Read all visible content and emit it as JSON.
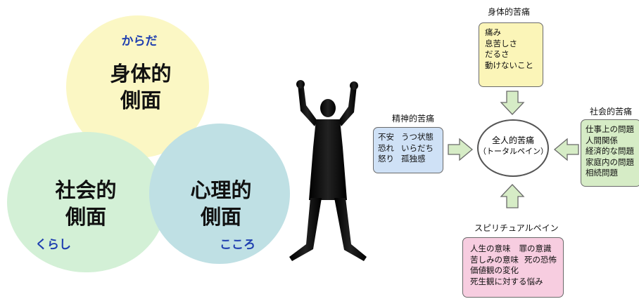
{
  "left_diagram": {
    "physical": {
      "label_line1": "身体的",
      "label_line2": "側面",
      "reading": "からだ",
      "color": "#fbf7c4"
    },
    "social": {
      "label_line1": "社会的",
      "label_line2": "側面",
      "reading": "くらし",
      "color": "#d3f0d6"
    },
    "psychological": {
      "label_line1": "心理的",
      "label_line2": "側面",
      "reading": "こころ",
      "color": "#bfe0e4"
    }
  },
  "right_diagram": {
    "center": {
      "line1": "全人的苦痛",
      "line2": "（トータルペイン）"
    },
    "physical_pain": {
      "title": "身体的苦痛",
      "items": [
        "痛み",
        "息苦しさ",
        "だるさ",
        "動けないこと"
      ],
      "color": "#fbf5b8"
    },
    "mental_pain": {
      "title": "精神的苦痛",
      "rows": [
        [
          "不安",
          "うつ状態"
        ],
        [
          "恐れ",
          "いらだち"
        ],
        [
          "怒り",
          "孤独感"
        ]
      ],
      "color": "#cfe1f6"
    },
    "social_pain": {
      "title": "社会的苦痛",
      "items": [
        "仕事上の問題",
        "人間関係",
        "経済的な問題",
        "家庭内の問題",
        "相続問題"
      ],
      "color": "#d6ecc6"
    },
    "spiritual_pain": {
      "title": "スピリチュアルペイン",
      "rows": [
        [
          "人生の意味",
          "罪の意識"
        ],
        [
          "苦しみの意味",
          "死の恐怖"
        ],
        [
          "価値観の変化"
        ],
        [
          "死生観に対する悩み"
        ]
      ],
      "color": "#f7cde0"
    },
    "arrow_color": "#d6ecc6"
  }
}
